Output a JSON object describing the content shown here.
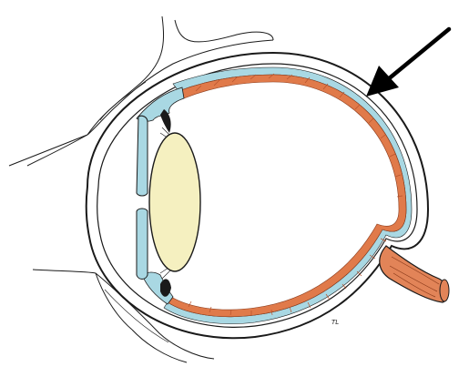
{
  "figure": {
    "type": "anatomical-illustration",
    "subject": "eye-cross-section",
    "pointer": "arrow-to-eye-wall",
    "artist_signature": "TL"
  },
  "colors": {
    "outline": "#1a1a1a",
    "sclera": "#ffffff",
    "fluid_layer": "#a9d8e3",
    "retina_layer": "#e07a4a",
    "retina_hatch": "#b8532c",
    "lens": "#f5f0c0",
    "optic_nerve": "#e28458",
    "arrow": "#000000"
  }
}
